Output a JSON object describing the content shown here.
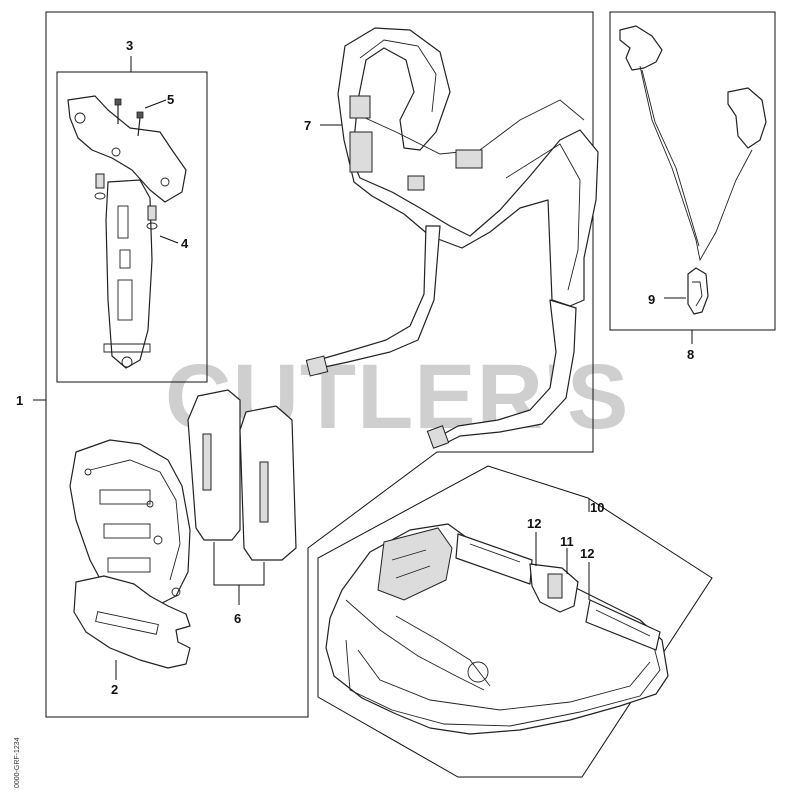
{
  "watermark": "CUTLER'S",
  "image_code": "0000-GRF-1234",
  "callouts": {
    "c1": "1",
    "c2": "2",
    "c3": "3",
    "c4": "4",
    "c5": "5",
    "c6": "6",
    "c7": "7",
    "c8": "8",
    "c9": "9",
    "c10": "10",
    "c11": "11",
    "c12a": "12",
    "c12b": "12"
  }
}
